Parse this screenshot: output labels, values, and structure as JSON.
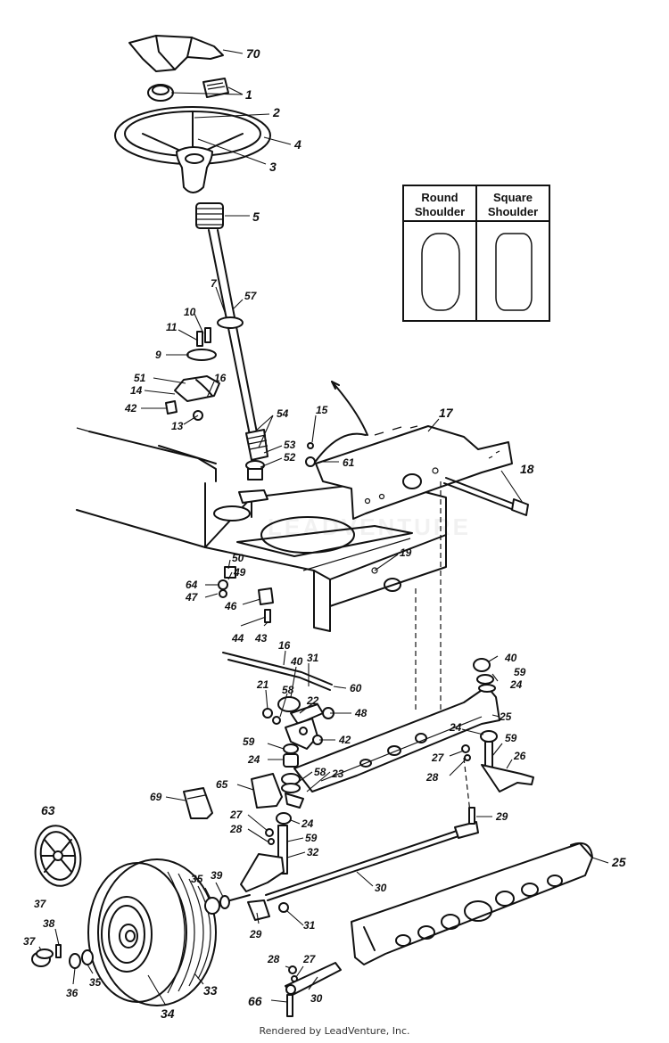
{
  "diagram": {
    "shoulder_chart": {
      "round_label_line1": "Round",
      "round_label_line2": "Shoulder",
      "square_label_line1": "Square",
      "square_label_line2": "Shoulder"
    },
    "callouts": {
      "c70": "70",
      "c1": "1",
      "c2": "2",
      "c4": "4",
      "c3": "3",
      "c5": "5",
      "c7": "7",
      "c57": "57",
      "c10": "10",
      "c11": "11",
      "c9": "9",
      "c51": "51",
      "c16a": "16",
      "c14": "14",
      "c42a": "42",
      "c13": "13",
      "c54": "54",
      "c15": "15",
      "c17": "17",
      "c53": "53",
      "c52": "52",
      "c61": "61",
      "c18": "18",
      "c19": "19",
      "c50": "50",
      "c49": "49",
      "c64": "64",
      "c47": "47",
      "c46": "46",
      "c44": "44",
      "c43": "43",
      "c16b": "16",
      "c40a": "40",
      "c31a": "31",
      "c60": "60",
      "c21": "21",
      "c58a": "58",
      "c22": "22",
      "c48": "48",
      "c42b": "42",
      "c40b": "40",
      "c59a": "59",
      "c24a": "24",
      "c25a": "25",
      "c24b": "24",
      "c59b": "59",
      "c27a": "27",
      "c26": "26",
      "c28a": "28",
      "c59c": "59",
      "c24c": "24",
      "c58b": "58",
      "c23": "23",
      "c65": "65",
      "c69": "69",
      "c63": "63",
      "c27b": "27",
      "c28b": "28",
      "c24d": "24",
      "c59d": "59",
      "c32": "32",
      "c29a": "29",
      "c25b": "25",
      "c37a": "37",
      "c35a": "35",
      "c39": "39",
      "c30a": "30",
      "c38": "38",
      "c29b": "29",
      "c31b": "31",
      "c37b": "37",
      "c36": "36",
      "c35b": "35",
      "c33": "33",
      "c34": "34",
      "c28c": "28",
      "c27c": "27",
      "c30b": "30",
      "c66": "66"
    }
  },
  "watermark": "LEADVENTURE",
  "footer": "Rendered by LeadVenture, Inc."
}
